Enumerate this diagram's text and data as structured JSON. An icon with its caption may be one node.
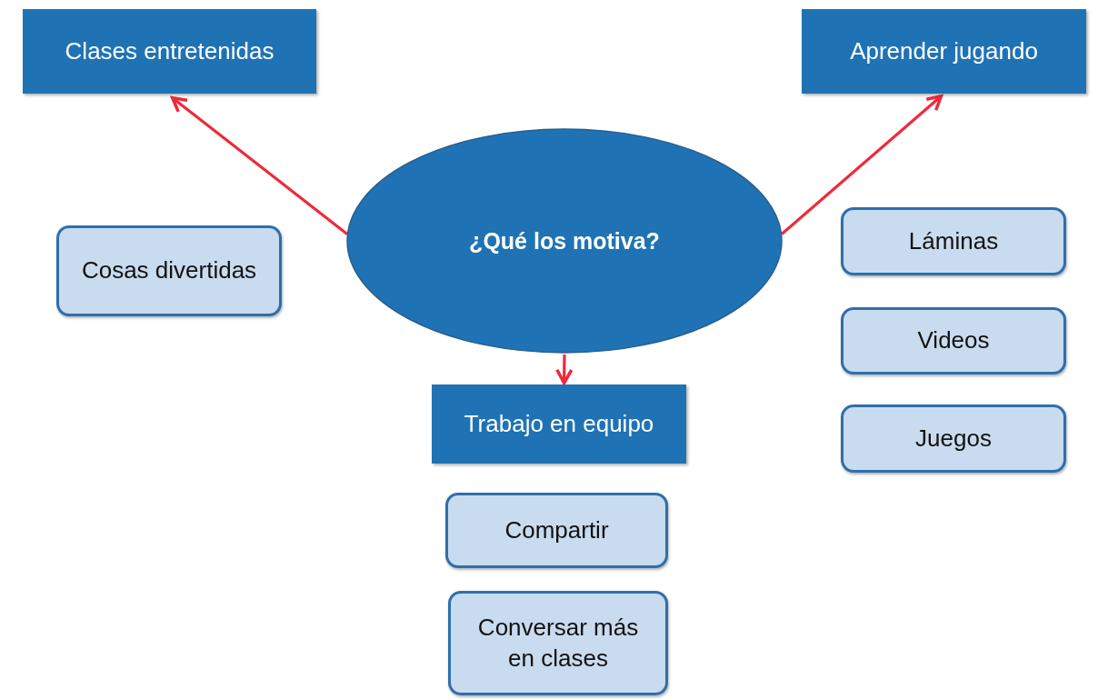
{
  "diagram": {
    "nodes": [
      {
        "text": [
          "Clases entretenidas"
        ]
      },
      {
        "text": [
          "Aprender jugando"
        ]
      },
      {
        "text": [
          "¿Qué los motiva?"
        ]
      },
      {
        "text": [
          "Cosas divertidas"
        ]
      },
      {
        "text": [
          "Láminas"
        ]
      },
      {
        "text": [
          "Videos"
        ]
      },
      {
        "text": [
          "Trabajo en equipo"
        ]
      },
      {
        "text": [
          "Juegos"
        ]
      },
      {
        "text": [
          "Compartir"
        ]
      },
      {
        "text": [
          "Conversar más en clases"
        ]
      }
    ],
    "edges": [
      {
        "from": 2,
        "to": 0,
        "arrow": "to"
      },
      {
        "from": 2,
        "to": 1,
        "arrow": "to"
      },
      {
        "from": 2,
        "to": 6,
        "arrow": "to"
      }
    ]
  }
}
